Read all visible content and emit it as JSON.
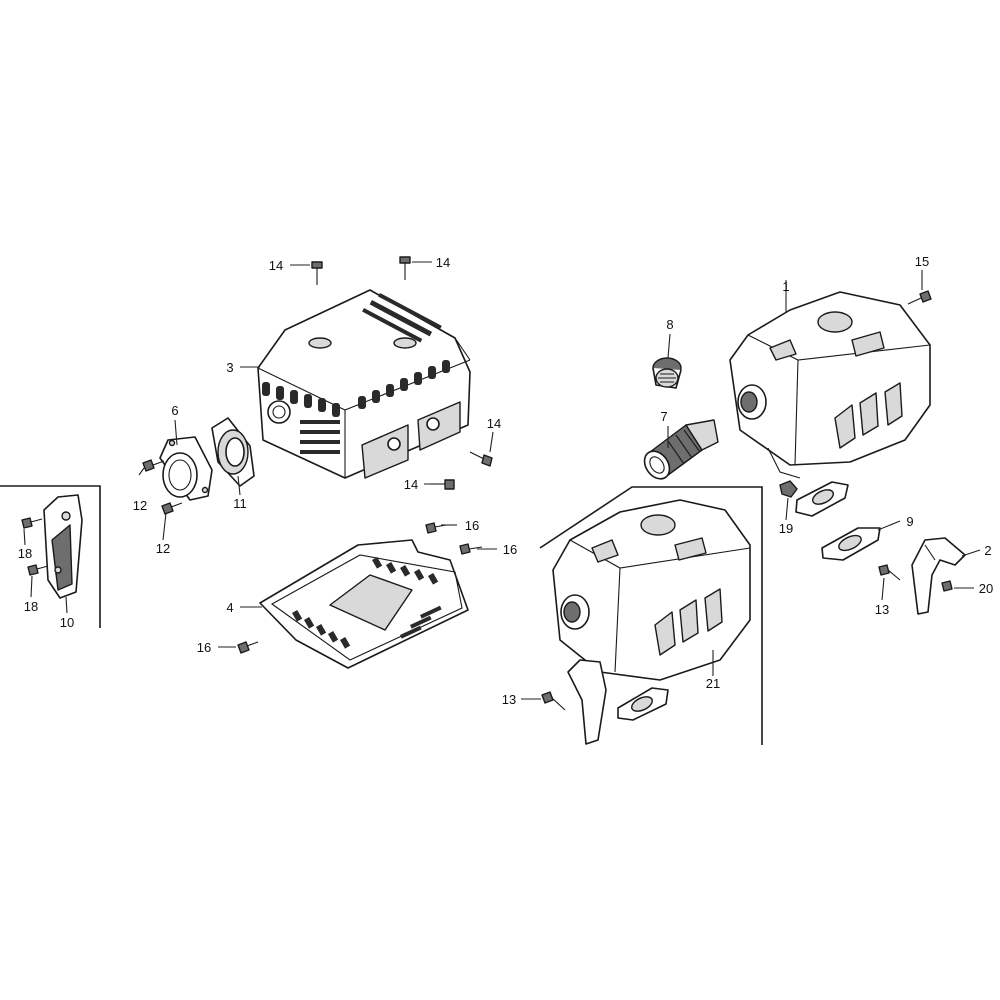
{
  "callouts": {
    "c1": "1",
    "c2": "2",
    "c3": "3",
    "c4": "4",
    "c5": "6",
    "c6": "7",
    "c7": "8",
    "c8": "9",
    "c9": "10",
    "c10": "11",
    "c11": "12",
    "c12": "12",
    "c13": "13",
    "c14": "13",
    "c15": "14",
    "c16": "14",
    "c17": "14",
    "c18": "14",
    "c19": "15",
    "c20": "16",
    "c21": "16",
    "c22": "16",
    "c23": "18",
    "c24": "18",
    "c25": "19",
    "c26": "20",
    "c27": "21"
  }
}
